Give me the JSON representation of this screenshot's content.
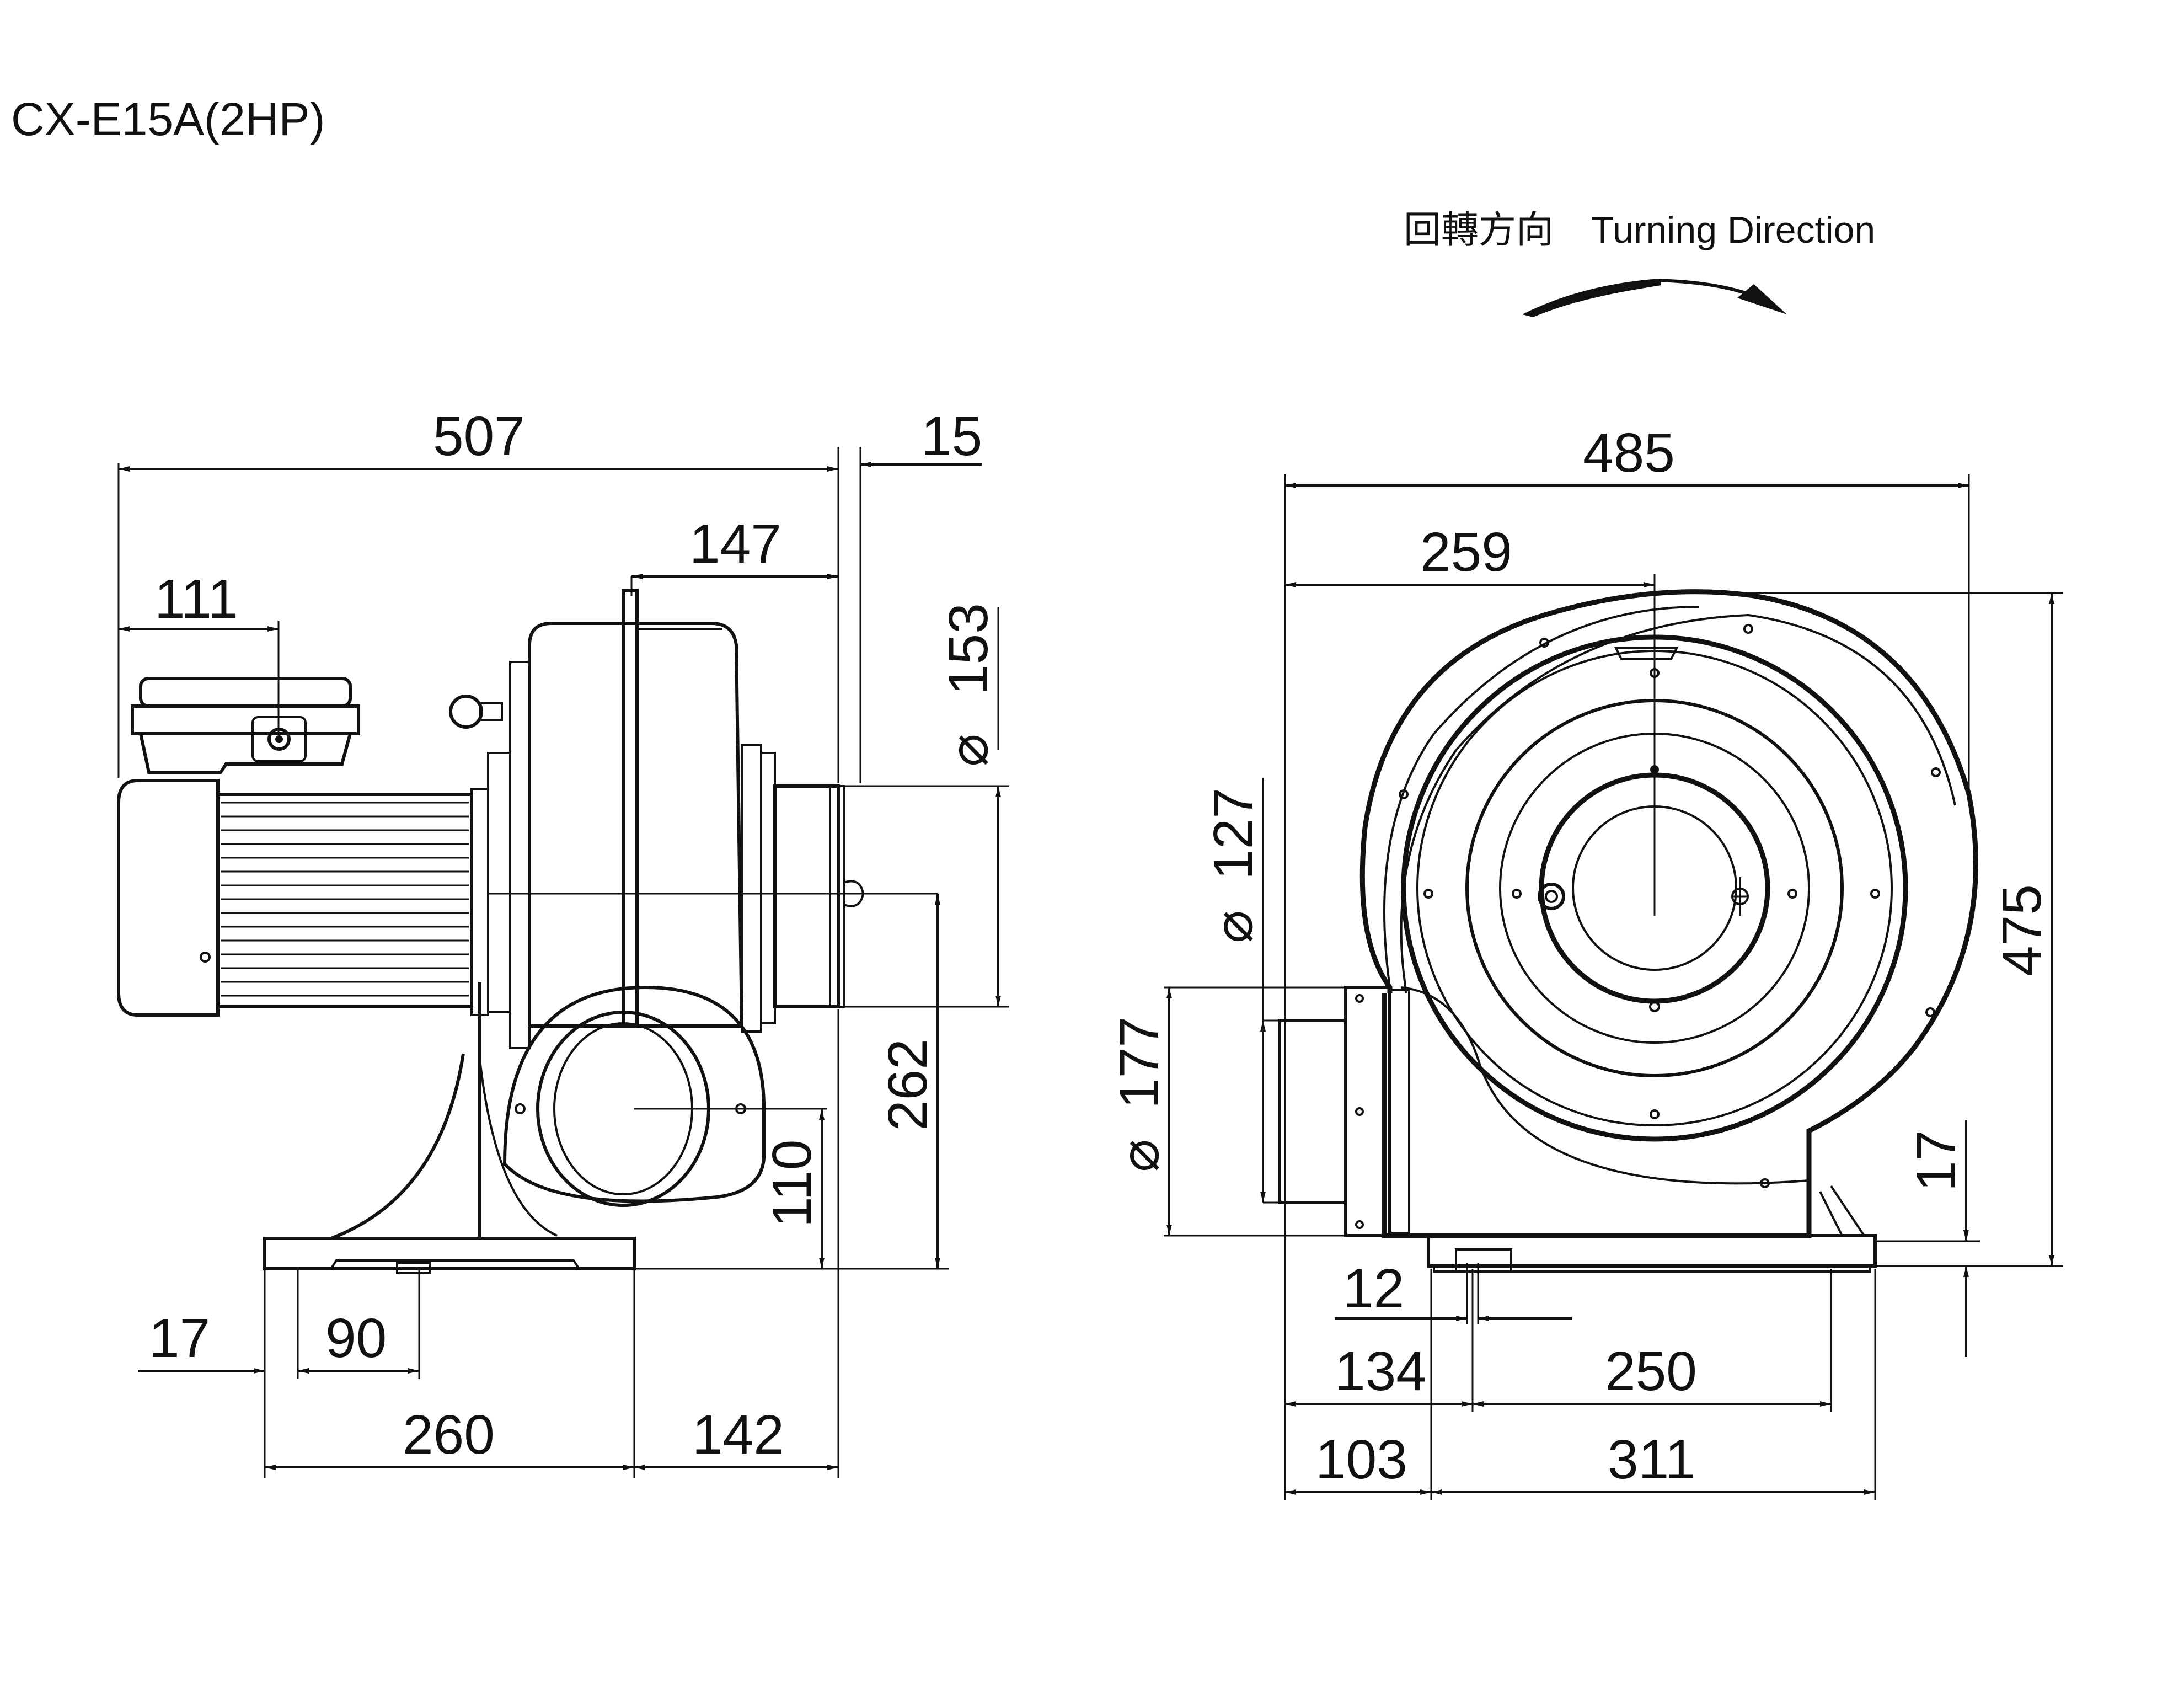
{
  "title": "CX-E15A(2HP)",
  "turning_direction": {
    "label_zh": "回轉方向",
    "label_en": "Turning Direction"
  },
  "side_view": {
    "dimensions": {
      "overall_length": "507",
      "flange": "15",
      "outlet_offset": "147",
      "terminal_box": "111",
      "outlet_diameter": "153",
      "shaft_height": "262",
      "inlet_height": "110",
      "foot_edge": "17",
      "foot_slot": "90",
      "base_rear": "260",
      "base_front": "142"
    }
  },
  "front_view": {
    "dimensions": {
      "overall_width": "485",
      "center_offset": "259",
      "overall_height": "475",
      "outlet_inner_diameter": "127",
      "outlet_outer_diameter": "177",
      "base_thickness": "17",
      "bolt_slot": "12",
      "base_edge": "134",
      "bolt_spacing": "250",
      "base_left": "103",
      "base_width": "311"
    }
  },
  "diameter_symbol": "⌀"
}
